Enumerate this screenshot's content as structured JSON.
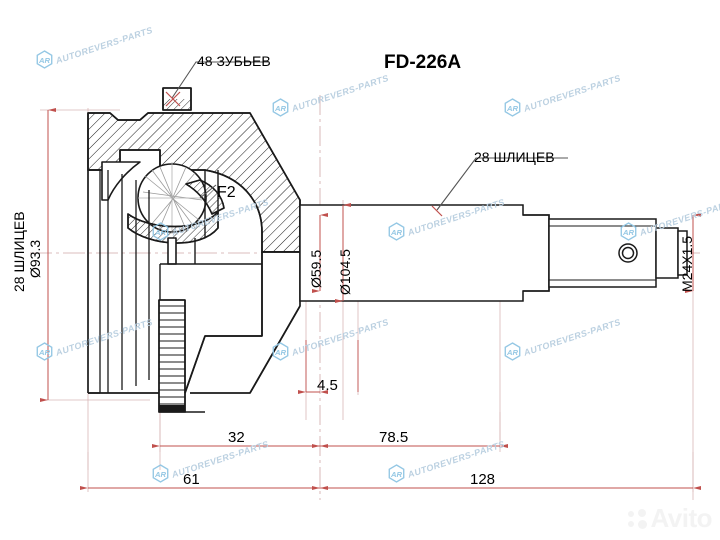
{
  "drawing": {
    "title": "CV joint technical drawing",
    "part_number": "FD-226A",
    "labels": {
      "teeth_top": "48 ЗУБЬЕВ",
      "splines_left": "28 ШЛИЦЕВ",
      "diameter_left": "Ø93.3",
      "splines_right": "28 ШЛИЦЕВ",
      "flag_f2": "F2",
      "dia_inner": "Ø59.5",
      "dia_outer": "Ø104.5",
      "thread": "M24X1.5"
    },
    "dimensions": {
      "small_gap": "4.5",
      "seg_32": "32",
      "seg_78_5": "78.5",
      "seg_61": "61",
      "seg_128": "128"
    },
    "colors": {
      "line": "#1a1a1a",
      "dimension": "#c0504d",
      "centerline": "#c9a0a0",
      "text": "#000000",
      "watermark": "#b9cfe0",
      "avito": "#f3f3f3"
    }
  },
  "watermark": {
    "text": "AUTOREVERS-PARTS",
    "brand_mark": "AR",
    "avito_text": "Avito"
  }
}
